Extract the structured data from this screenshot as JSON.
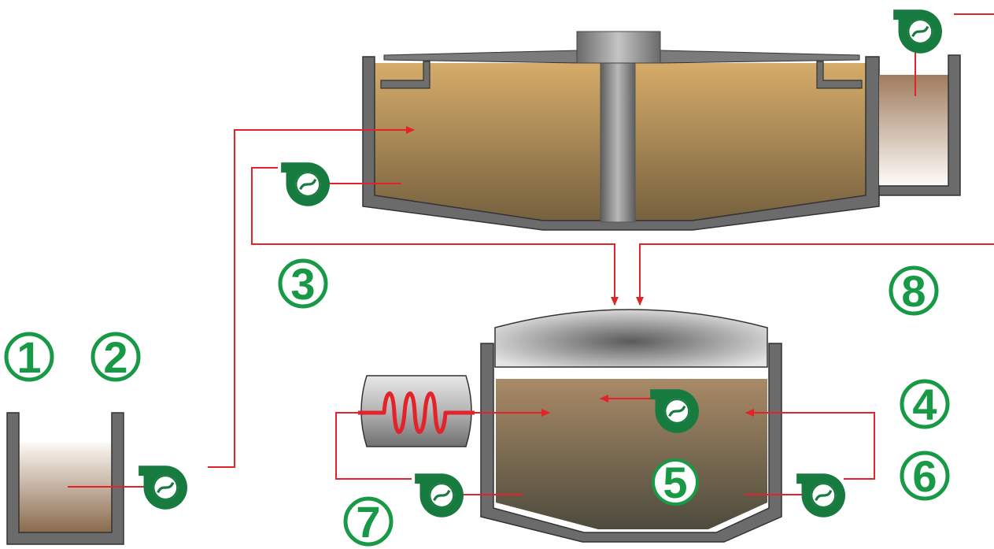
{
  "labels": {
    "n1": "1",
    "n2": "2",
    "n3": "3",
    "n4": "4",
    "n5": "5",
    "n6": "6",
    "n7": "7",
    "n8": "8"
  },
  "colors": {
    "label": "#179945",
    "pump": "#177a3e",
    "pipe": "#e3222a",
    "tank_wall": "#6b6b6b",
    "sludge_top": "#a88a66",
    "sludge_bottom": "#4e4a3a",
    "clarifier_top": "#d5ab6a",
    "clarifier_bottom": "#7b6243"
  },
  "icons": {
    "pump": "centrifugal-pump-icon",
    "heater": "heat-exchanger-icon",
    "arrow": "flow-arrow-icon"
  }
}
